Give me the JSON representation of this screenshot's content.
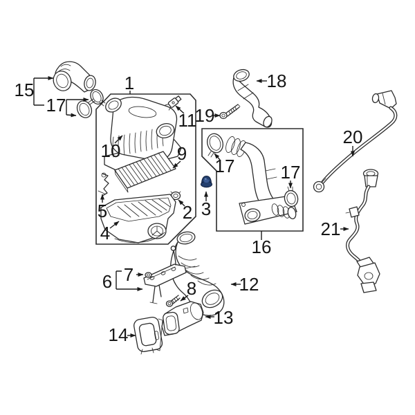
{
  "diagram": {
    "kind": "exploded-parts-diagram",
    "background": "#ffffff",
    "line_color": "#2b2b2b",
    "label_color": "#161616",
    "highlight_color": "#24406e",
    "highlighted_part": "3",
    "group_boxes": [
      "1",
      "16"
    ],
    "callouts": [
      {
        "text": "1"
      },
      {
        "text": "2"
      },
      {
        "text": "3"
      },
      {
        "text": "4"
      },
      {
        "text": "5"
      },
      {
        "text": "6"
      },
      {
        "text": "7"
      },
      {
        "text": "8"
      },
      {
        "text": "9"
      },
      {
        "text": "10"
      },
      {
        "text": "11"
      },
      {
        "text": "12"
      },
      {
        "text": "13"
      },
      {
        "text": "14"
      },
      {
        "text": "15"
      },
      {
        "text": "16"
      },
      {
        "text": "17"
      },
      {
        "text": "17"
      },
      {
        "text": "17"
      },
      {
        "text": "18"
      },
      {
        "text": "19"
      },
      {
        "text": "20"
      },
      {
        "text": "21"
      }
    ]
  }
}
